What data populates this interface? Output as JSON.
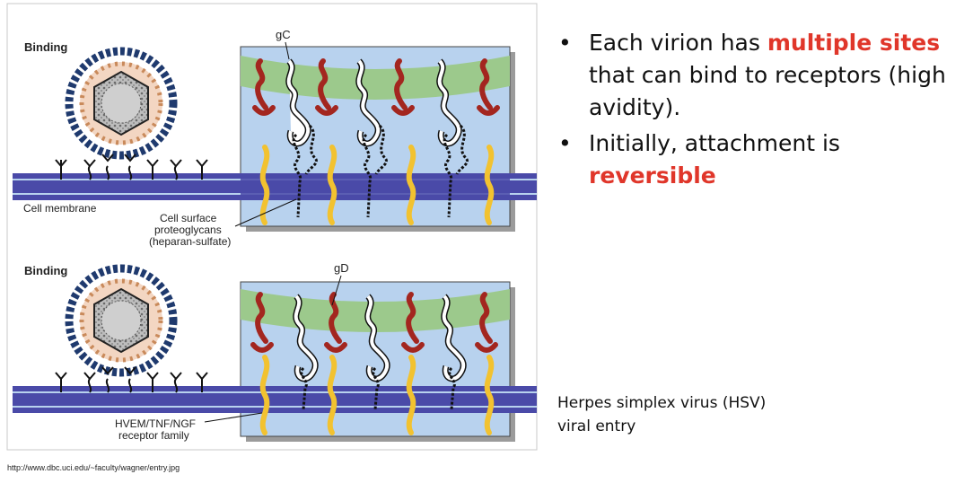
{
  "figure": {
    "panel_top": {
      "heading": "Binding",
      "label_gc": "gC",
      "label_membrane": "Cell membrane",
      "label_proteoglycans": [
        "Cell surface",
        "proteoglycans",
        "(heparan-sulfate)"
      ]
    },
    "panel_bottom": {
      "heading": "Binding",
      "label_gd": "gD",
      "label_receptor": [
        "HVEM/TNF/NGF",
        "receptor family"
      ]
    }
  },
  "bullets": [
    {
      "before": "Each virion has ",
      "highlight": "multiple sites",
      "after": " that can bind to receptors (high avidity)."
    },
    {
      "before": "Initially, attachment is ",
      "highlight": "reversible",
      "after": ""
    }
  ],
  "caption": [
    "Herpes simplex virus (HSV)",
    "viral entry"
  ],
  "source": "http://www.dbc.uci.edu/~faculty/wagner/entry.jpg",
  "colors": {
    "highlight": "#e0362a",
    "membrane": "#4a4aa8",
    "cell_bg": "#b8d2ee",
    "envelope": "#9cc98c",
    "receptor_red": "#a3261f",
    "proteoglycan_yellow": "#f2c230"
  }
}
